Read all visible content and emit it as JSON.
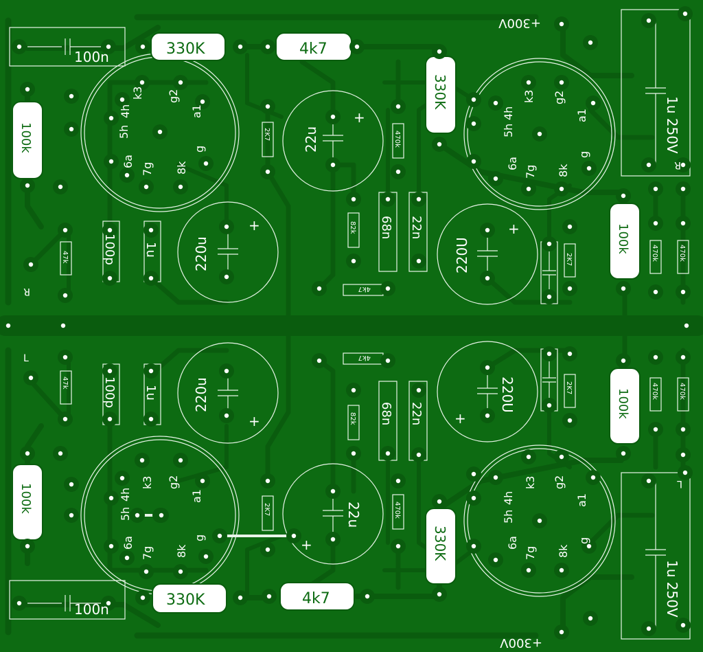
{
  "colors": {
    "board": "#0d6b12",
    "copper": "#0a5c0e",
    "silk": "#e8f5e8",
    "drill": "#ffffff",
    "text_dark": "#0d6b12"
  },
  "labels": {
    "r_330k_tl": "330K",
    "r_4k7_top": "4k7",
    "c_100n_tl": "100n",
    "r_100k_tl": "100k",
    "r_2k7_tl": "2K7",
    "c_22u_top": "22u",
    "r_470k_top": "470k",
    "r_330k_tr": "330K",
    "c_1u250_tr": "1u 250V",
    "hv_top": "+300V",
    "r_82k_top": "82k",
    "c_68n_top": "68n",
    "c_22n_top": "22n",
    "r_4k7_small_top": "4k7",
    "c_220u_tl": "220u",
    "c_1u_tl": "1u",
    "c_100p_tl": "100p",
    "r_47k_tl": "47k",
    "c_220u_tr": "220U",
    "r_2k7_tr": "2K7",
    "r_100k_tr": "100k",
    "r_470k_tr1": "470k",
    "r_470k_tr2": "470k",
    "side_r_left": "R",
    "side_r_right": "R",
    "side_l_left": "L",
    "side_l_right": "L",
    "r_47k_bl": "47k",
    "c_100p_bl": "100p",
    "c_1u_bl": "1u",
    "c_220u_bl": "220u",
    "r_4k7_small_bot": "4k7",
    "r_82k_bot": "82k",
    "c_68n_bot": "68n",
    "c_22n_bot": "22n",
    "c_220u_br": "220U",
    "r_2k7_br": "2K7",
    "r_100k_br": "100k",
    "r_470k_br1": "470k",
    "r_470k_br2": "470k",
    "r_100k_bl": "100k",
    "r_2k7_bl": "2K7",
    "c_22u_bot": "22u",
    "r_470k_bot": "470k",
    "r_330k_br": "330K",
    "c_1u250_br": "1u 250V",
    "c_100n_bl": "100n",
    "r_330k_bl": "330K",
    "r_4k7_bot": "4k7",
    "hv_bot": "+300V"
  },
  "tube_pins": {
    "k3": "k3",
    "g2": "g2",
    "h4": "4h",
    "a1": "a1",
    "h5": "5h",
    "g6": "g",
    "a6": "6a",
    "g7": "7g",
    "k8": "8k"
  },
  "polarity": {
    "plus": "+"
  }
}
